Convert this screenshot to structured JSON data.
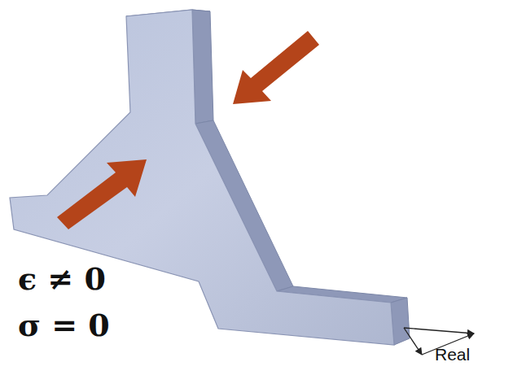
{
  "diagram": {
    "labels": [
      "ϵ ≠ 0",
      "σ = 0",
      "Real"
    ]
  }
}
